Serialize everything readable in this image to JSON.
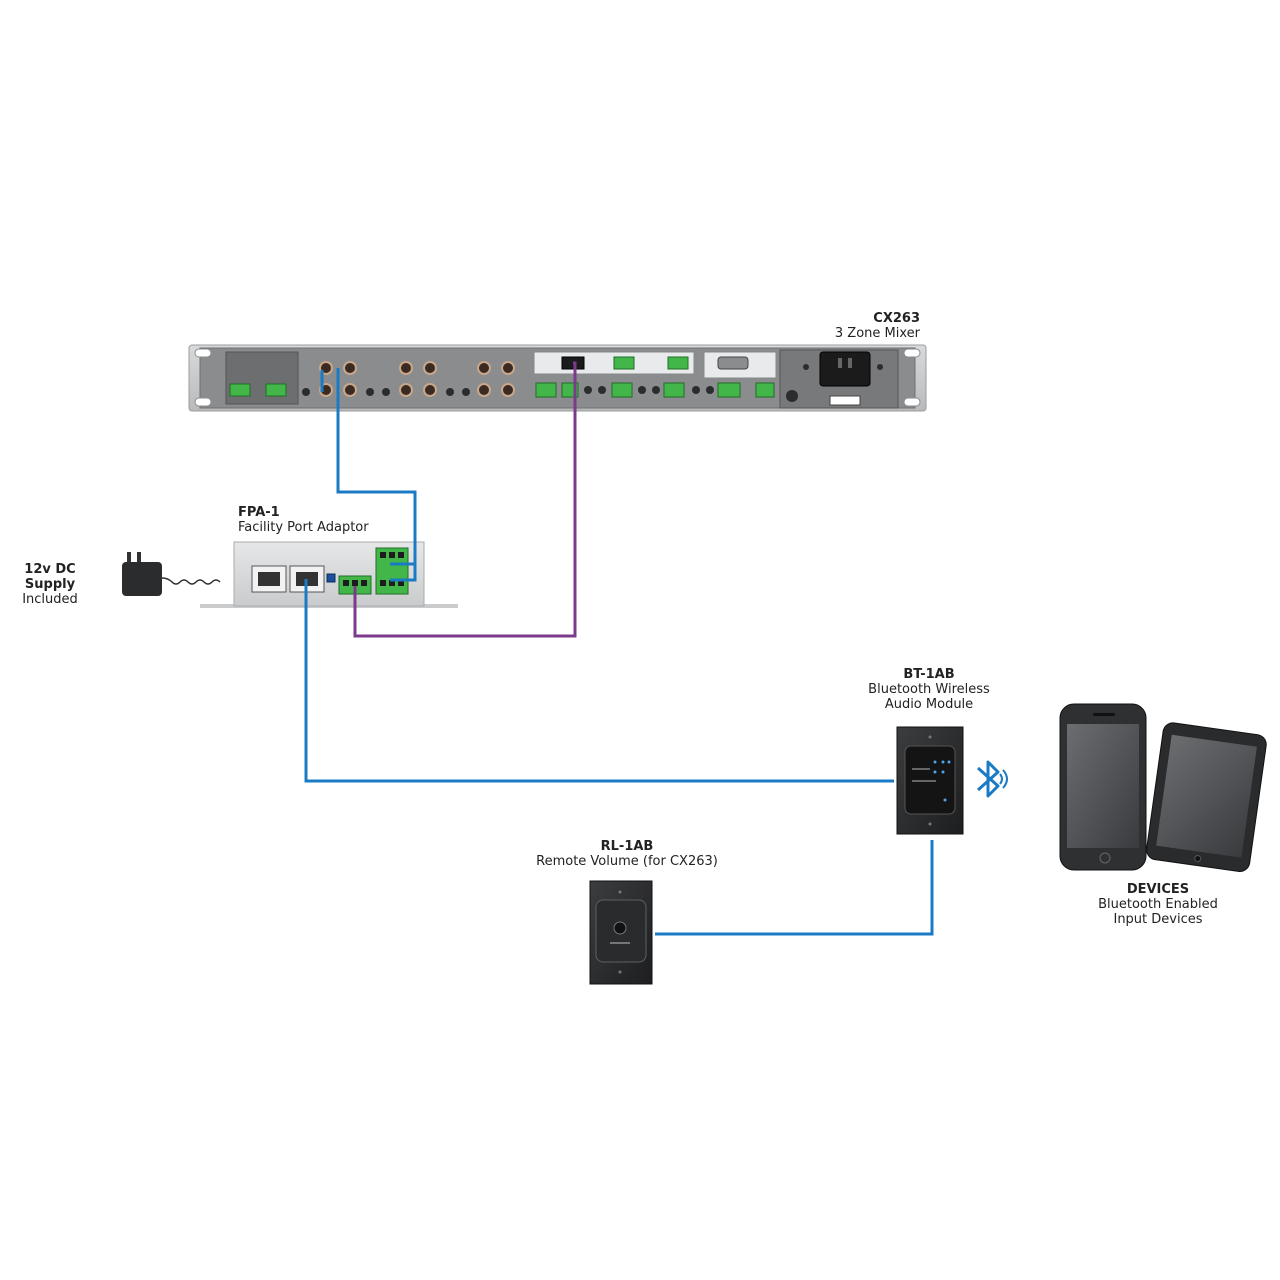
{
  "colors": {
    "audio_wire": "#1a7bc4",
    "control_wire": "#7b3a8c",
    "connector_green": "#43b649",
    "rack_gray": "#8a8c8e"
  },
  "cx263": {
    "model": "CX263",
    "description": "3 Zone Mixer"
  },
  "fpa1": {
    "model": "FPA-1",
    "description": "Facility Port Adaptor"
  },
  "supply": {
    "title": "12v DC Supply",
    "subtitle": "Included"
  },
  "bt1ab": {
    "model": "BT-1AB",
    "description_line1": "Bluetooth Wireless",
    "description_line2": "Audio Module"
  },
  "rl1ab": {
    "model": "RL-1AB",
    "description": "Remote Volume (for CX263)"
  },
  "devices": {
    "title": "DEVICES",
    "line1": "Bluetooth Enabled",
    "line2": "Input Devices"
  },
  "icons": [
    "bluetooth-icon",
    "power-adapter-icon",
    "smartphone-icon",
    "tablet-icon"
  ]
}
